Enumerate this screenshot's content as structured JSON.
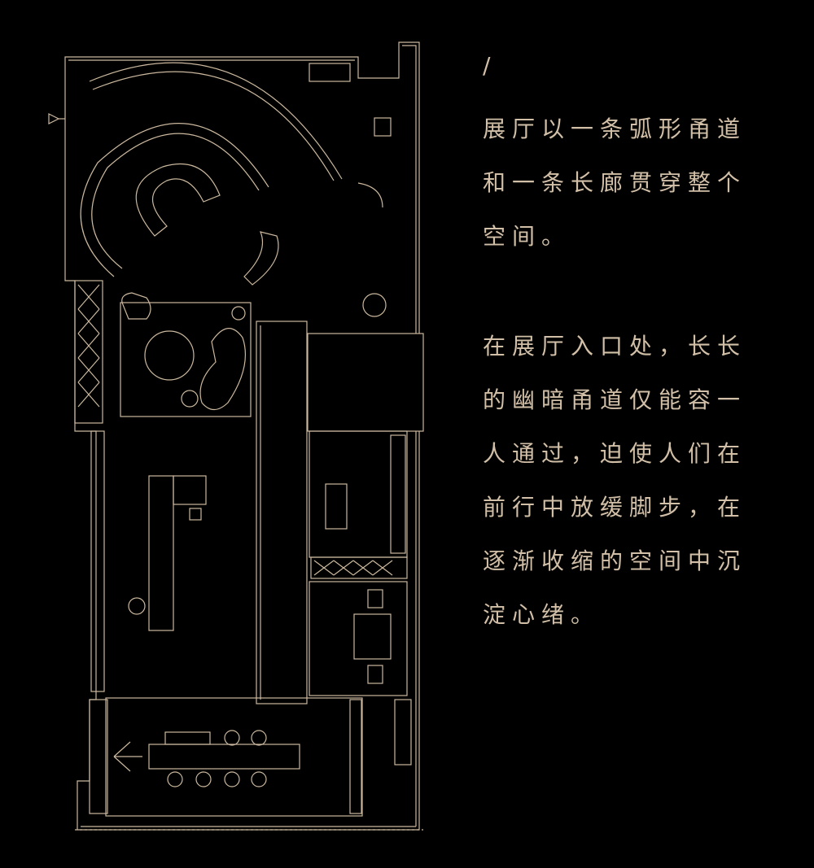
{
  "slash": "/",
  "paragraph_1": [
    "展厅以一条弧形甬道",
    "和一条长廊贯穿整个",
    "空间。"
  ],
  "paragraph_2": [
    "在展厅入口处，长长",
    "的幽暗甬道仅能容一",
    "人通过，迫使人们在",
    "前行中放缓脚步，在",
    "逐渐收缩的空间中沉",
    "淀心绪。"
  ],
  "colors": {
    "background": "#000000",
    "line": "#cbb89e",
    "text": "#d2bfa7"
  }
}
